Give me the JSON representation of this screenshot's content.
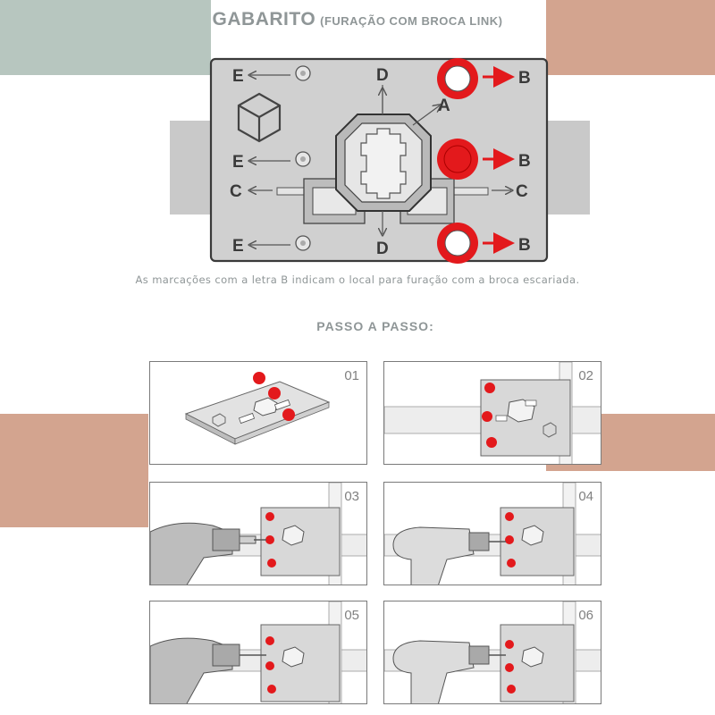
{
  "colors": {
    "sage": "#b7c6bf",
    "terracotta": "#d3a48f",
    "plate": "#cfcfcf",
    "red": "#e3191c",
    "grey_text": "#8f9697"
  },
  "header": {
    "title": "GABARITO",
    "subtitle": "(FURAÇÃO COM BROCA LINK)"
  },
  "diagram": {
    "labels": {
      "e": "E",
      "d": "D",
      "a": "A",
      "b": "B",
      "c": "C"
    }
  },
  "caption": "As marcações com a letra B indicam o local para furação com a broca escariada.",
  "steps_title": "PASSO A PASSO:",
  "steps": [
    {
      "number": "01"
    },
    {
      "number": "02"
    },
    {
      "number": "03"
    },
    {
      "number": "04"
    },
    {
      "number": "05"
    },
    {
      "number": "06"
    }
  ]
}
